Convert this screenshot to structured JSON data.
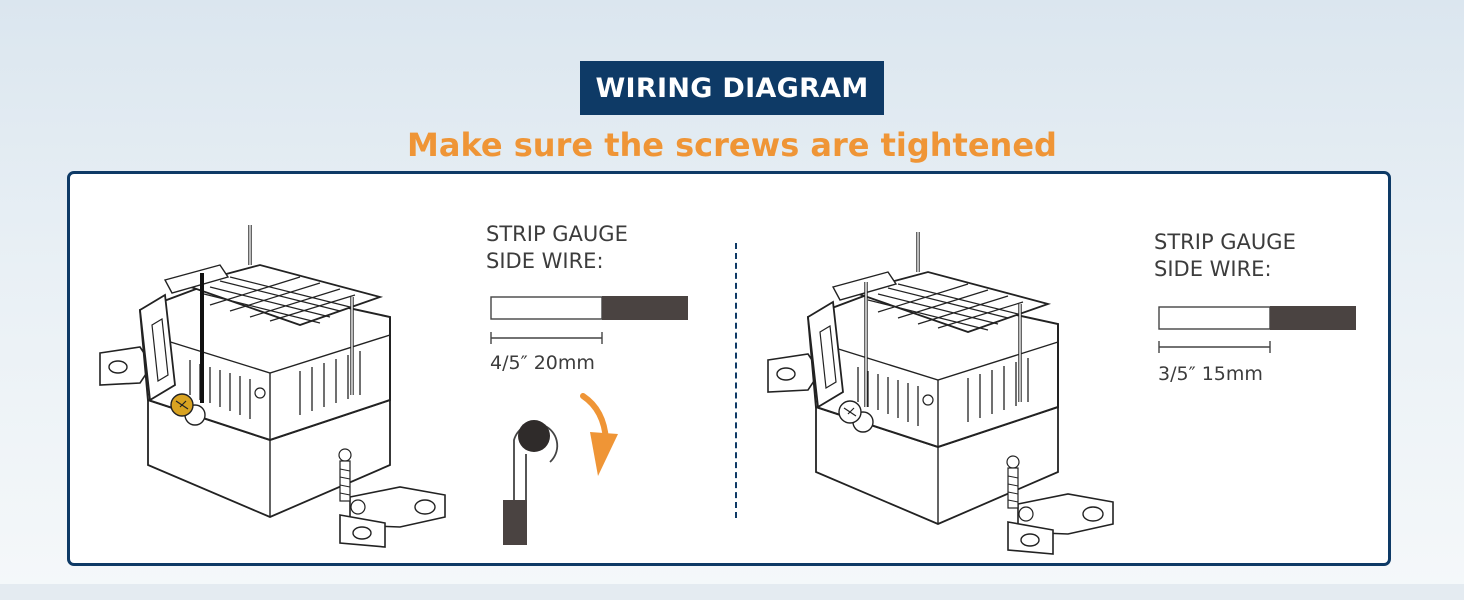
{
  "header": {
    "title": "WIRING DIAGRAM",
    "subtitle": "Make sure the screws are tightened"
  },
  "left": {
    "strip_label_line1": "STRIP GAUGE",
    "strip_label_line2": "SIDE WIRE:",
    "measure": "4/5″ 20mm"
  },
  "right": {
    "strip_label_line1": "STRIP GAUGE",
    "strip_label_line2": "SIDE WIRE:",
    "measure": "3/5″ 15mm"
  },
  "colors": {
    "navy": "#0e3a66",
    "orange": "#ef9536",
    "wire": "#4a4341",
    "brass_screw": "#d9a321"
  },
  "icons": [
    "gfci-outlet-illustration",
    "wire-hook-icon",
    "clockwise-arrow-icon"
  ]
}
